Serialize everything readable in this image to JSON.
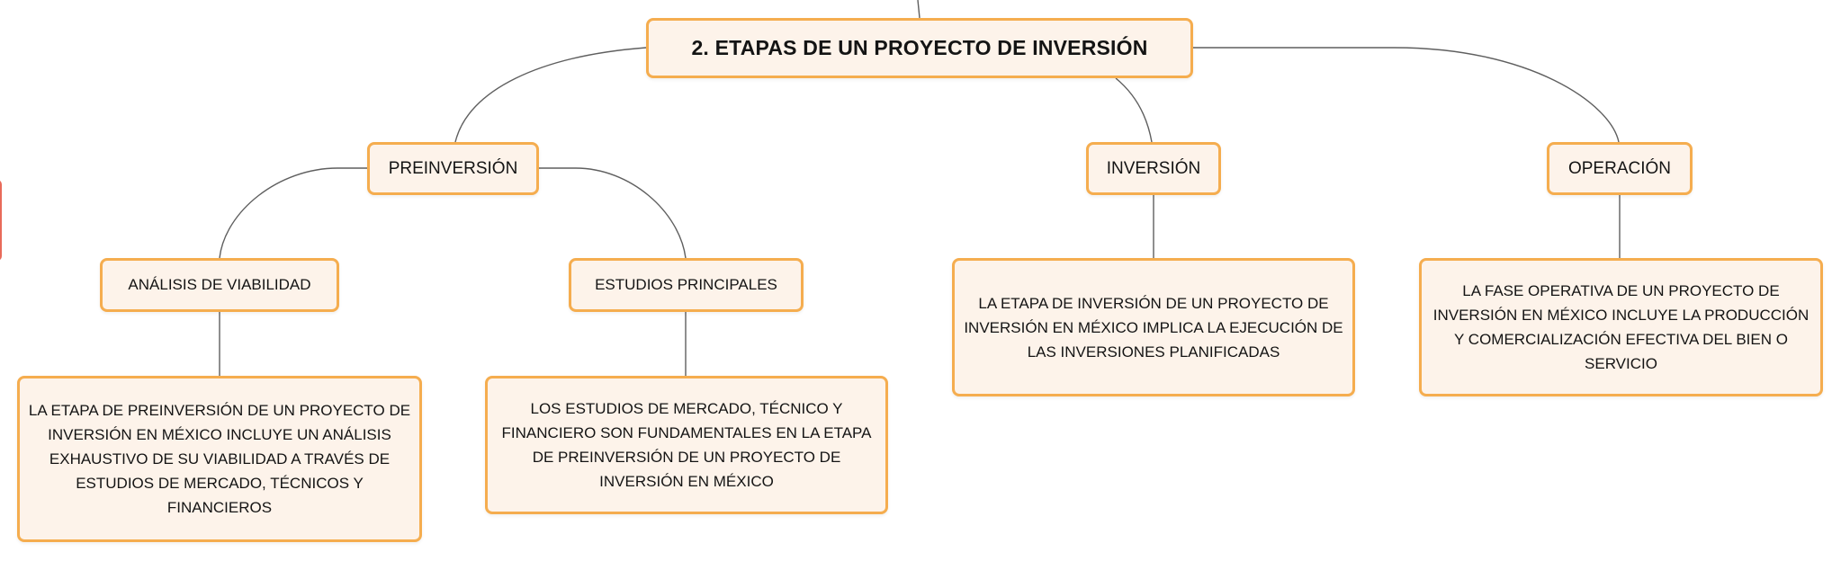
{
  "map": {
    "title": "2. ETAPAS DE UN PROYECTO DE INVERSIÓN",
    "stages": {
      "preinversion": {
        "label": "PREINVERSIÓN",
        "children": {
          "analisis": {
            "label": "ANÁLISIS DE VIABILIDAD",
            "description": "LA ETAPA DE PREINVERSIÓN DE UN PROYECTO DE INVERSIÓN EN MÉXICO INCLUYE UN ANÁLISIS EXHAUSTIVO DE SU VIABILIDAD A TRAVÉS DE ESTUDIOS DE MERCADO, TÉCNICOS Y FINANCIEROS"
          },
          "estudios": {
            "label": "ESTUDIOS PRINCIPALES",
            "description": "LOS ESTUDIOS DE MERCADO, TÉCNICO Y FINANCIERO SON FUNDAMENTALES EN LA ETAPA DE PREINVERSIÓN DE UN PROYECTO DE INVERSIÓN EN MÉXICO"
          }
        }
      },
      "inversion": {
        "label": "INVERSIÓN",
        "description": "LA ETAPA DE INVERSIÓN DE UN PROYECTO DE INVERSIÓN EN MÉXICO IMPLICA LA EJECUCIÓN DE LAS INVERSIONES PLANIFICADAS"
      },
      "operacion": {
        "label": "OPERACIÓN",
        "description": "LA FASE OPERATIVA DE UN PROYECTO DE INVERSIÓN EN MÉXICO INCLUYE LA PRODUCCIÓN Y COMERCIALIZACIÓN EFECTIVA DEL BIEN O SERVICIO"
      }
    }
  }
}
